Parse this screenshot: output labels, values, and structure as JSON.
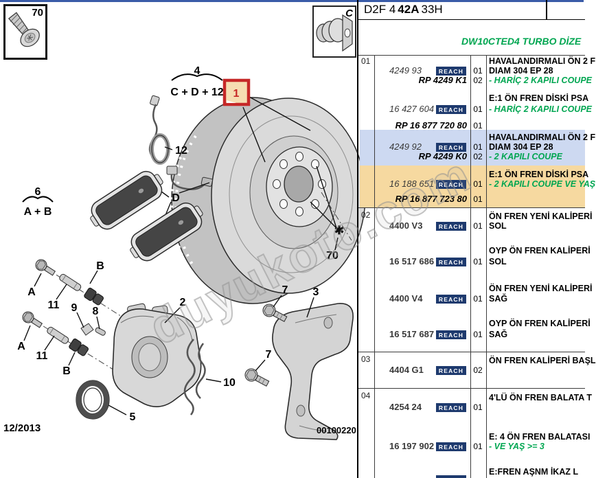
{
  "legend": {
    "screw_label": "70",
    "bolt_label": "C"
  },
  "header": {
    "code_left": "D2F 4",
    "code_bold": "42A",
    "code_right": "33H"
  },
  "engine_title": "DW10CTED4 TURBO DİZE",
  "watermark": "duyukoto.com",
  "footer": {
    "date": "12/2013",
    "doc_number": "00100220"
  },
  "badge_label": "REACH",
  "diagram": {
    "group4_top": "4",
    "group4_bottom": "C + D + 12",
    "group6_top": "6",
    "group6_bottom": "A + B",
    "callout_1": "1",
    "callout_2": "2",
    "callout_3": "3",
    "callout_5": "5",
    "callout_7": "7",
    "callout_8": "8",
    "callout_9": "9",
    "callout_10": "10",
    "callout_11": "11",
    "callout_12": "12",
    "callout_70": "70",
    "label_a": "A",
    "label_b": "B",
    "label_d": "D",
    "star": "✱"
  },
  "table": {
    "sections": [
      {
        "no": "01",
        "entries": [
          {
            "pre": "HAVALANDIRMALI ÖN 2 F",
            "part": "4249 93",
            "qty": "01",
            "desc": "DIAM 304 EP 28",
            "rp": "RP 4249 K1",
            "rp_qty": "02",
            "rp_note": "- HARİÇ 2 KAPILI COUPE"
          },
          {
            "pre": "E:1 ÖN FREN DİSKİ PSA",
            "part": "16 427 604 80",
            "qty": "01",
            "note": "- HARİÇ 2 KAPILI COUPE",
            "rp": "RP 16 877 720 80",
            "rp_qty": "01"
          },
          {
            "pre": "HAVALANDIRMALI ÖN 2 F",
            "part": "4249 92",
            "qty": "01",
            "desc": "DIAM 304 EP 28",
            "rp": "RP 4249 K0",
            "rp_qty": "02",
            "rp_note": "- 2 KAPILI COUPE"
          },
          {
            "pre": "E:1 ÖN FREN DİSKİ PSA",
            "part": "16 188 651 80",
            "qty": "01",
            "note": "- 2 KAPILI COUPE VE YAŞ",
            "rp": "RP 16 877 723 80",
            "rp_qty": "01"
          }
        ]
      },
      {
        "no": "02",
        "entries": [
          {
            "pre": "ÖN FREN YENİ KALİPERİ",
            "part": "4400 V3",
            "qty": "01",
            "desc": "SOL"
          },
          {
            "pre": "OYP ÖN FREN KALİPERİ",
            "part": "16 517 686 80",
            "qty": "01",
            "desc": "SOL"
          },
          {
            "pre": "ÖN FREN YENİ KALİPERİ",
            "part": "4400 V4",
            "qty": "01",
            "desc": "SAĞ"
          },
          {
            "pre": "OYP ÖN FREN KALİPERİ",
            "part": "16 517 687 80",
            "qty": "01",
            "desc": "SAĞ"
          }
        ]
      },
      {
        "no": "03",
        "entries": [
          {
            "pre": "ÖN FREN KALİPERİ BAŞL",
            "part": "4404 G1",
            "qty": "02"
          }
        ]
      },
      {
        "no": "04",
        "entries": [
          {
            "pre": "4'LÜ ÖN FREN BALATA T",
            "part": "4254 24",
            "qty": "01"
          },
          {
            "pre": "E: 4 ÖN FREN BALATASI",
            "part": "16 197 902 80",
            "qty": "01",
            "note": "- VE YAŞ >= 3"
          },
          {
            "pre": "E:FREN AŞNM İKAZ L"
          }
        ]
      }
    ]
  }
}
